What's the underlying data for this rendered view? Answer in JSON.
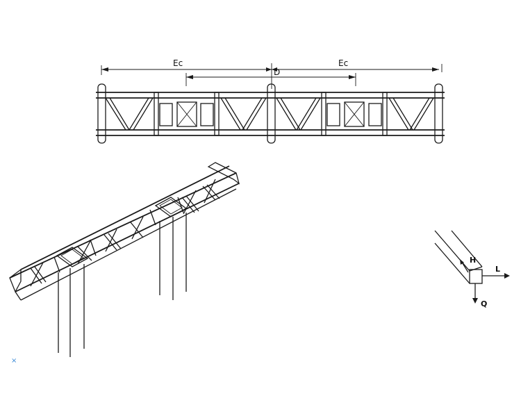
{
  "labels": {
    "dim_left": "Ec",
    "dim_center": "D",
    "dim_right": "Ec",
    "axis_h": "H",
    "axis_l": "L",
    "axis_q": "Q"
  },
  "marker": "×"
}
